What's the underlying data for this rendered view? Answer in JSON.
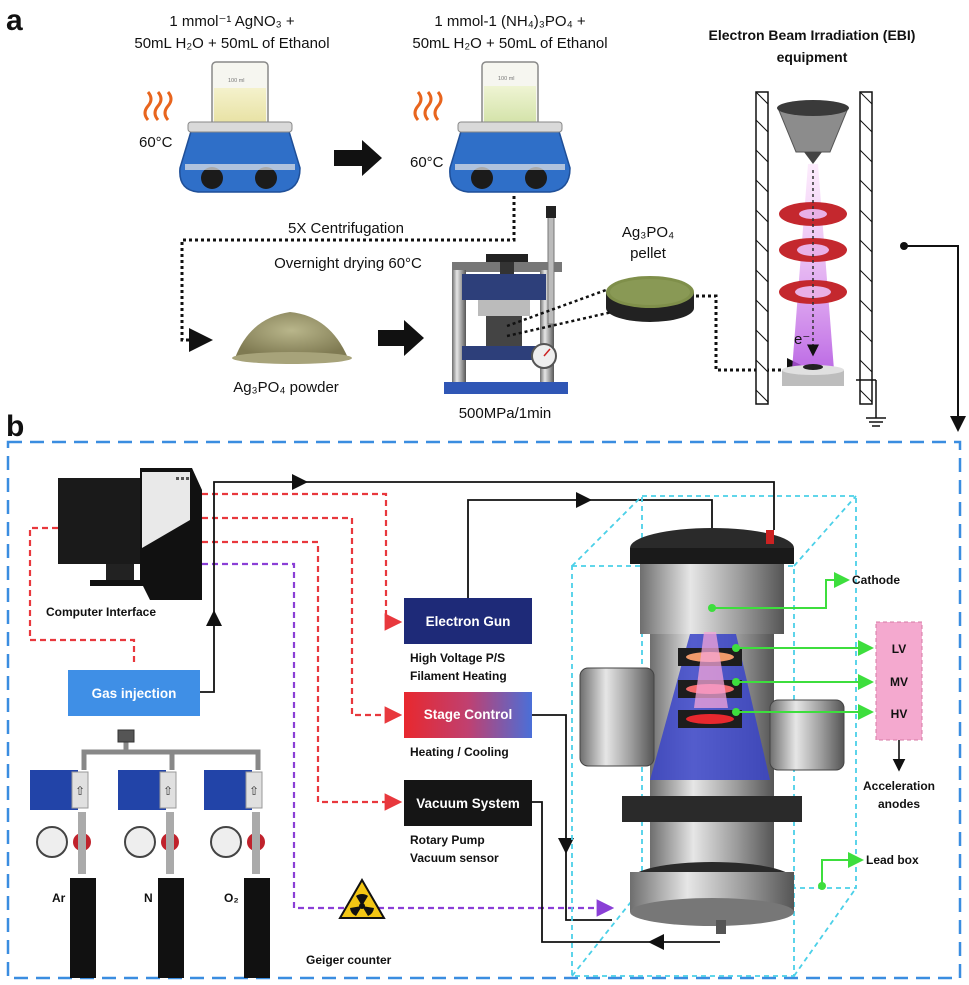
{
  "panel_labels": {
    "a": "a",
    "b": "b"
  },
  "part_a": {
    "step1_label": "1 mmol⁻¹ AgNO₃ +",
    "step1_label_line2": "50mL H₂O + 50mL of Ethanol",
    "step2_label": "1 mmol-1 (NH₄)₃PO₄ +",
    "step2_label_line2": "50mL H₂O + 50mL of Ethanol",
    "temp1": "60°C",
    "temp2": "60°C",
    "centrifugation": "5X Centrifugation",
    "drying": "Overnight drying 60°C",
    "powder": "Ag₃PO₄ powder",
    "pellet_line1": "Ag₃PO₄",
    "pellet_line2": "pellet",
    "press": "500MPa/1min",
    "ebi_line1": "Electron Beam Irradiation (EBI)",
    "ebi_line2": "equipment",
    "electron": "e⁻",
    "beaker_scale1": "100 ml",
    "beaker_scale2": "100 ml"
  },
  "part_b": {
    "computer": "Computer Interface",
    "gas_injection": "Gas injection",
    "electron_gun": "Electron Gun",
    "electron_gun_sub1": "High Voltage P/S",
    "electron_gun_sub2": "Filament Heating",
    "stage_control": "Stage Control",
    "stage_control_sub": "Heating / Cooling",
    "vacuum_system": "Vacuum System",
    "vacuum_sub1": "Rotary Pump",
    "vacuum_sub2": "Vacuum sensor",
    "geiger": "Geiger counter",
    "gas_ar": "Ar",
    "gas_n": "N",
    "gas_o2": "O₂",
    "cathode": "Cathode",
    "lv": "LV",
    "mv": "MV",
    "hv": "HV",
    "accel_line1": "Acceleration",
    "accel_line2": "anodes",
    "lead_box": "Lead box"
  },
  "colors": {
    "dashed_frame": "#3a8de0",
    "red_link": "#e8383d",
    "purple_link": "#8a3fd6",
    "green_link": "#3dde3d",
    "gas_box": "#3f8fe6",
    "gun_box": "#1e2a78",
    "vacuum_box": "#151515",
    "anode_box": "#f4a9cf"
  }
}
